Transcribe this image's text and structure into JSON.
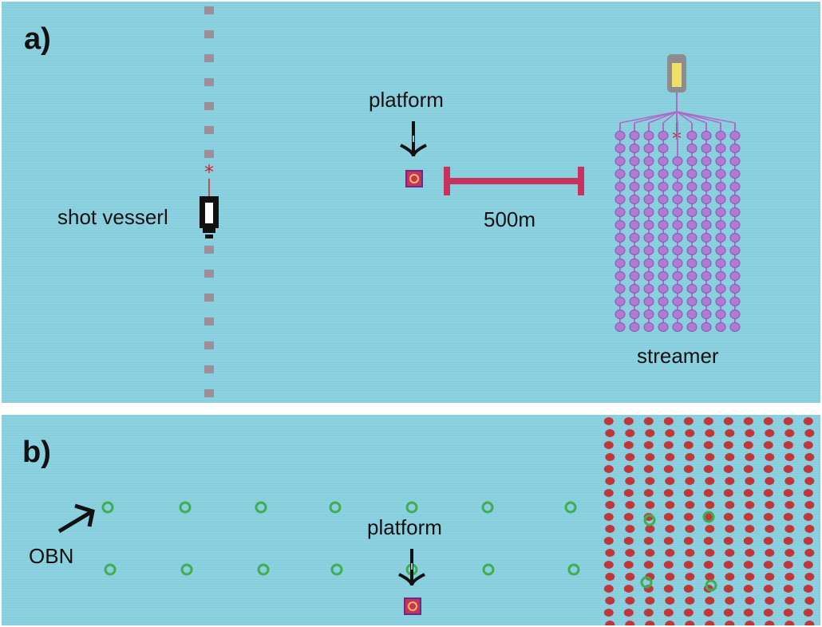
{
  "panel_a": {
    "label": "a)",
    "platform_label": "platform",
    "vessel_label": "shot vesserl",
    "scale_label": "500m",
    "streamer_label": "streamer"
  },
  "panel_b": {
    "label": "b)",
    "platform_label": "platform",
    "obn_label": "OBN"
  },
  "colors": {
    "water": "#86cedd",
    "streamer_node": "#b07bd3",
    "scale_bar": "#c8325e",
    "obn_node": "#3fae52",
    "receiver_grid": "#c0373a",
    "shot_line": "#9b8f9c"
  },
  "icons": [
    "down-arrow-icon",
    "shot-vessel-icon",
    "streamer-vessel-icon",
    "platform-icon",
    "obn-arrow-icon"
  ]
}
